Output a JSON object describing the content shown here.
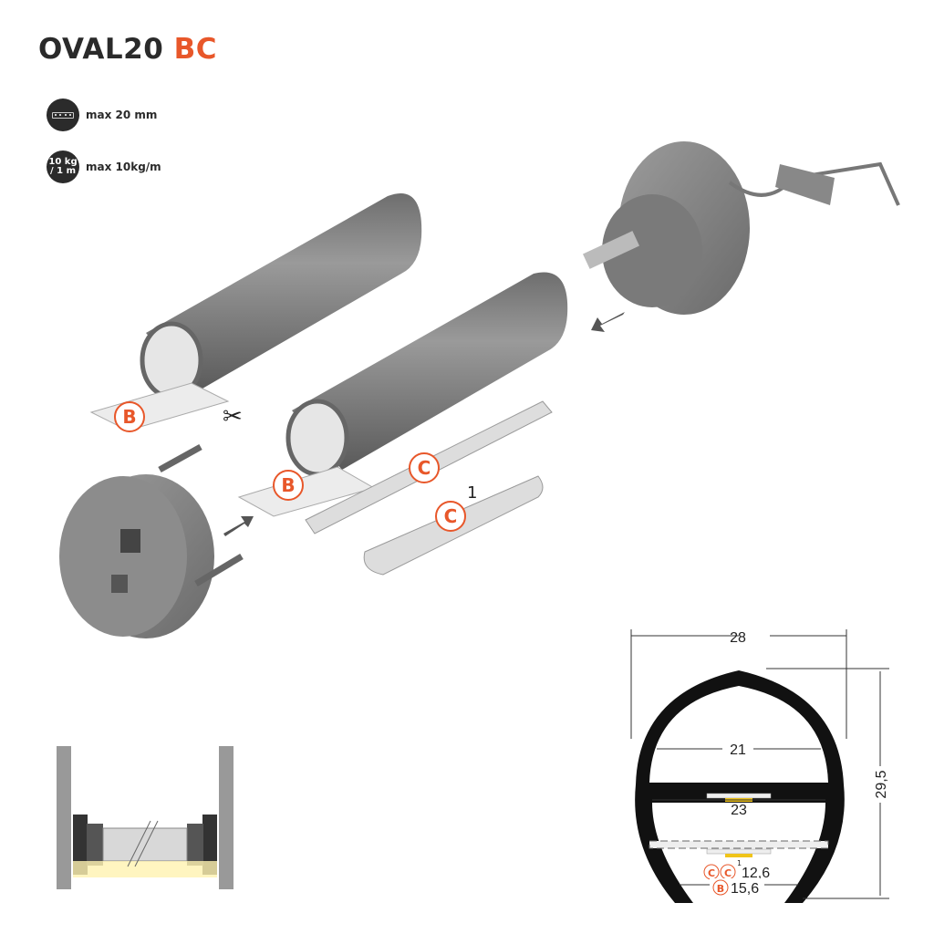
{
  "title": {
    "main": "OVAL20",
    "suffix": "BC"
  },
  "specs": [
    {
      "icon": "led-strip-icon",
      "badge": "",
      "label": "max 20 mm"
    },
    {
      "icon": "weight-icon",
      "badge_line1": "10 kg",
      "badge_line2": "/ 1 m",
      "label": "max 10kg/m"
    }
  ],
  "callouts": {
    "b": "B",
    "c": "C",
    "one": "1"
  },
  "profile_dimensions": {
    "width": "28",
    "height": "29,5",
    "upper_inner": "21",
    "middle_inner": "23",
    "c_width": "12,6",
    "b_width": "15,6",
    "c_label": "C",
    "b_label": "B",
    "superscript": "1"
  },
  "colors": {
    "accent": "#e8572a",
    "dark": "#2a2a2a",
    "metal": "#8a8a8a"
  }
}
